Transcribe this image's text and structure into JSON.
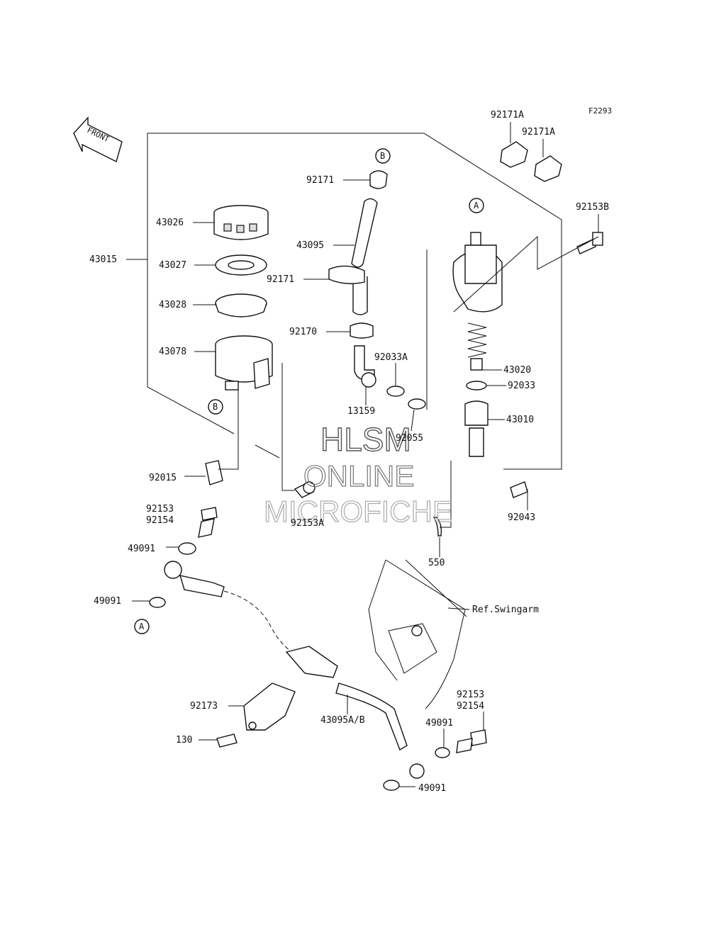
{
  "diagram_code": "F2293",
  "front_label": "FRONT",
  "ref_label": "Ref.Swingarm",
  "watermark": {
    "line1": "HLSM",
    "line2": "ONLINE",
    "line3": "MICROFICHE"
  },
  "markers": {
    "a": "A",
    "b": "B"
  },
  "parts": {
    "p92171A_1": "92171A",
    "p92171A_2": "92171A",
    "p92153B": "92153B",
    "p92171_top": "92171",
    "p43026": "43026",
    "p43095": "43095",
    "p43015": "43015",
    "p43027": "43027",
    "p92171_mid": "92171",
    "p43028": "43028",
    "p92170": "92170",
    "p43078": "43078",
    "p92033A": "92033A",
    "p43020": "43020",
    "p92033": "92033",
    "p13159": "13159",
    "p43010": "43010",
    "p92055": "92055",
    "p92015": "92015",
    "p92153_top": "92153",
    "p92154_top": "92154",
    "p92153A": "92153A",
    "p92043": "92043",
    "p49091_a": "49091",
    "p550": "550",
    "p49091_b": "49091",
    "p92173": "92173",
    "p43095AB": "43095A/B",
    "p92153_bot": "92153",
    "p92154_bot": "92154",
    "p49091_c": "49091",
    "p130": "130",
    "p49091_d": "49091"
  }
}
